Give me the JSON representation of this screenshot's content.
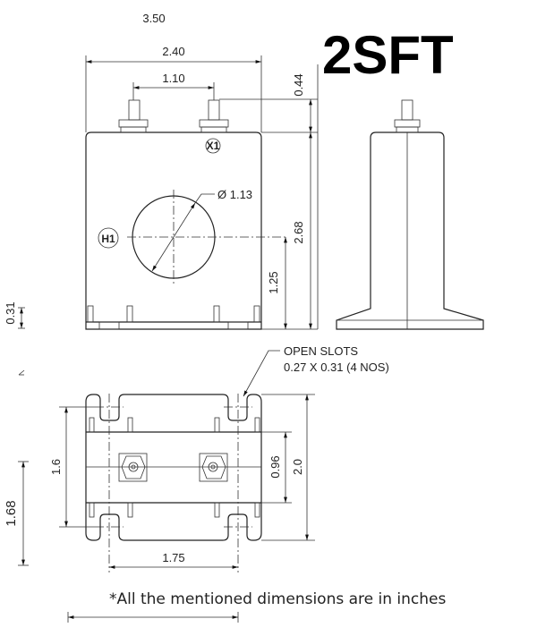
{
  "title": "2SFT",
  "front_view": {
    "width_dim": "2.40",
    "terminal_spacing_dim": "1.10",
    "terminal_height_dim": "0.44",
    "body_height_dim": "2.68",
    "center_height_dim": "1.25",
    "hole_diameter_dim": "Ø 1.13",
    "secondary_terminal_label": "X1",
    "primary_label": "H1"
  },
  "side_view": {
    "foot_height_dim": "0.31",
    "overall_width_dim": "3.50"
  },
  "bottom_view": {
    "slot_note_line1": "OPEN SLOTS",
    "slot_note_line2": "0.27 X 0.31 (4 NOS)",
    "inner_length_dim": "1.6",
    "band_width_dim": "0.96",
    "overall_length_dim": "2.0",
    "slot_spacing_dim": "1.75",
    "mount_dim": "1.68"
  },
  "footnote": "*All the mentioned dimensions are in inches"
}
